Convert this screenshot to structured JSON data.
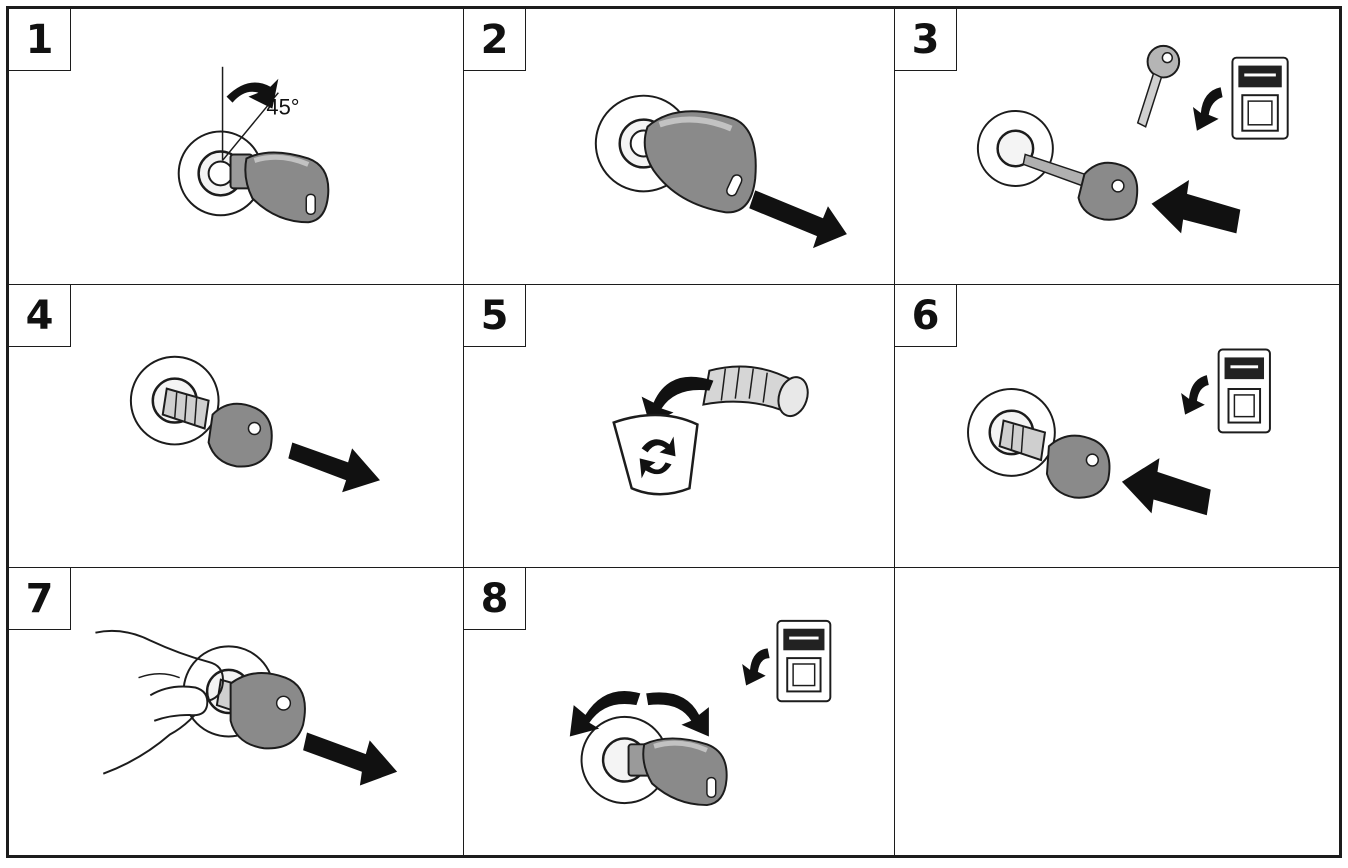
{
  "steps": [
    {
      "number": "1",
      "angle_label": "45°",
      "icons": [
        "key-in-ignition-icon",
        "rotate-arrow-icon"
      ]
    },
    {
      "number": "2",
      "icons": [
        "key-in-ignition-icon",
        "pull-out-arrow-icon"
      ]
    },
    {
      "number": "3",
      "icons": [
        "blank-key-icon",
        "display-panel-icon",
        "insert-arrow-icon"
      ]
    },
    {
      "number": "4",
      "icons": [
        "lock-cylinder-icon",
        "pull-out-arrow-icon"
      ]
    },
    {
      "number": "5",
      "icons": [
        "lock-cylinder-icon",
        "recycle-bin-icon"
      ]
    },
    {
      "number": "6",
      "icons": [
        "lock-cylinder-icon",
        "display-panel-icon",
        "insert-arrow-icon"
      ]
    },
    {
      "number": "7",
      "icons": [
        "hand-icon",
        "lock-cylinder-icon",
        "pull-out-arrow-icon"
      ]
    },
    {
      "number": "8",
      "icons": [
        "key-in-ignition-icon",
        "display-panel-icon",
        "rotate-both-ways-icon"
      ]
    },
    {
      "number": ""
    }
  ],
  "colors": {
    "line": "#1c1c1c",
    "key_fill": "#8a8a8a",
    "key_light": "#b5b5b5",
    "arrow": "#111111"
  }
}
